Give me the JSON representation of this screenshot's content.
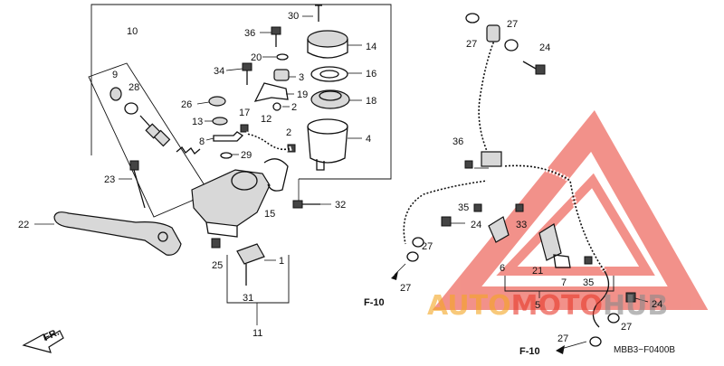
{
  "diagram": {
    "diagram_code": "MBB3−F0400B",
    "ref_labels": [
      "F-10",
      "F-10"
    ],
    "direction_label": "FR.",
    "watermark": {
      "text": "AUTOMOTOHUB",
      "colors": {
        "orange": "#f5a623",
        "red": "#e8392b",
        "gray": "#8a8a8a"
      }
    },
    "callouts": [
      "30",
      "36",
      "14",
      "20",
      "3",
      "34",
      "16",
      "19",
      "10",
      "28",
      "9",
      "18",
      "2",
      "17",
      "26",
      "4",
      "13",
      "12",
      "8",
      "2",
      "29",
      "23",
      "32",
      "15",
      "22",
      "1",
      "25",
      "31",
      "11",
      "27",
      "27",
      "24",
      "36",
      "35",
      "33",
      "24",
      "27",
      "27",
      "6",
      "21",
      "7",
      "35",
      "24",
      "5",
      "27",
      "27"
    ]
  }
}
